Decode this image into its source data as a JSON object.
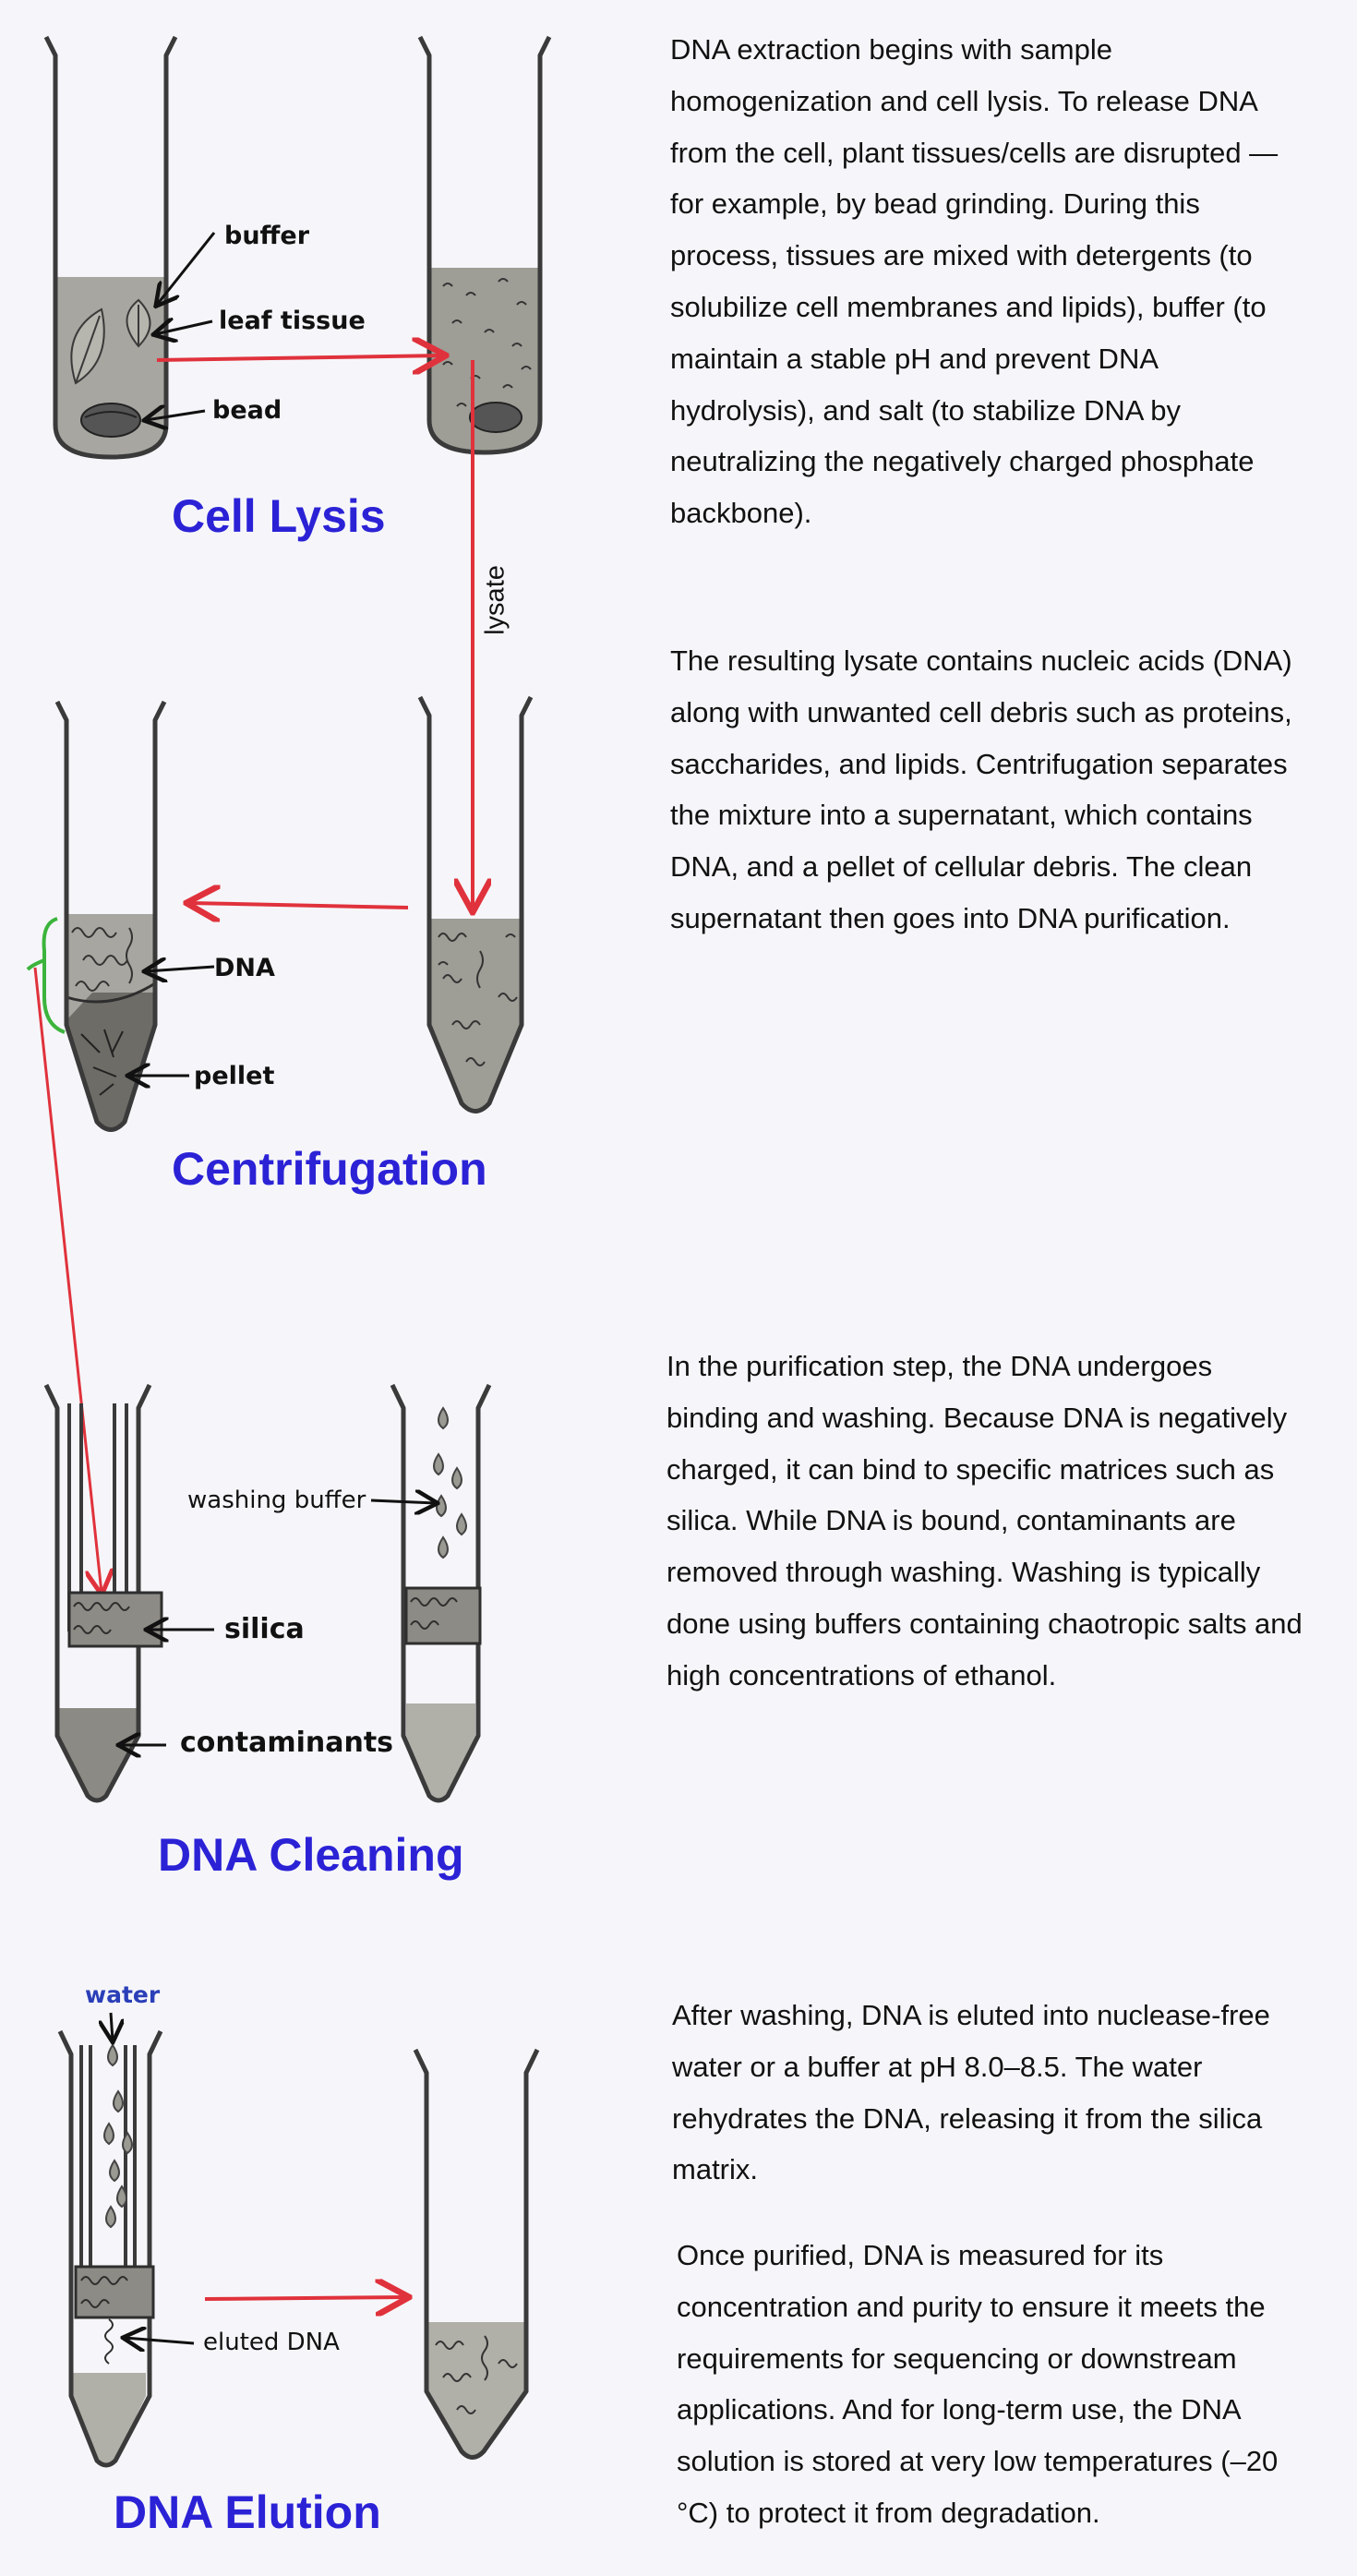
{
  "sections": {
    "lysis": {
      "title": "Cell Lysis",
      "paragraph": "DNA extraction begins with sample homogenization and cell lysis. To release DNA from the cell, plant tissues/cells are disrupted — for example, by bead grinding. During this process, tissues are mixed with detergents (to solubilize cell membranes and lipids), buffer (to maintain a stable pH and prevent DNA hydrolysis), and salt (to stabilize DNA by neutralizing the negatively charged phosphate backbone).",
      "labels": {
        "buffer": "buffer",
        "leaf_tissue": "leaf tissue",
        "bead": "bead"
      },
      "arrow_label": "lysate"
    },
    "centrifugation": {
      "title": "Centrifugation",
      "paragraph": "The resulting lysate contains nucleic acids (DNA) along with unwanted cell debris such as proteins, saccharides, and lipids. Centrifugation separates the mixture into a supernatant, which contains DNA, and a pellet of cellular debris. The clean supernatant then goes into DNA purification.",
      "labels": {
        "dna": "DNA",
        "pellet": "pellet"
      }
    },
    "cleaning": {
      "title": "DNA Cleaning",
      "paragraph": "In the purification step, the DNA undergoes binding and washing. Because DNA is negatively charged, it can bind to specific matrices such as silica. While DNA is bound, contaminants are removed through washing. Washing is typically done using buffers containing chaotropic salts and high concentrations of ethanol.",
      "labels": {
        "washing_buffer": "washing buffer",
        "silica": "silica",
        "contaminants": "contaminants"
      }
    },
    "elution": {
      "title": "DNA Elution",
      "paragraph": "After washing, DNA is eluted into nuclease-free water or a buffer at pH 8.0–8.5. The water rehydrates the DNA, releasing it from the silica matrix.",
      "paragraph2": "Once purified, DNA is measured for its concentration and purity to ensure it meets the requirements for sequencing or downstream applications. And for long-term use, the DNA solution is stored at very low temperatures (–20 °C) to protect it from degradation.",
      "labels": {
        "water": "water",
        "eluted_dna": "eluted DNA"
      }
    }
  },
  "colors": {
    "title": "#2b22d6",
    "process_arrow": "#e0323c",
    "label_arrow": "#111111",
    "tube_outline": "#3a3a3a",
    "liquid": "#a7a6a0",
    "bracket": "#3cb43c"
  }
}
